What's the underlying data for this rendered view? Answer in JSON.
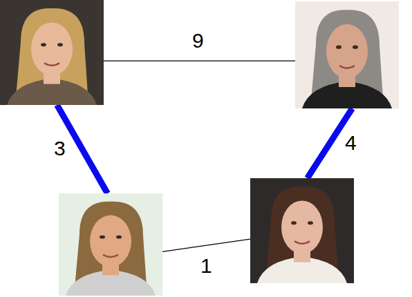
{
  "diagram": {
    "nodes": [
      {
        "text": []
      },
      {
        "text": []
      },
      {
        "text": []
      },
      {
        "text": []
      }
    ],
    "edges": [
      {
        "from": 0,
        "to": 1,
        "arrow": "none",
        "label": "9"
      },
      {
        "from": 0,
        "to": 2,
        "arrow": "none",
        "label": "3"
      },
      {
        "from": 1,
        "to": 3,
        "arrow": "none",
        "label": "4"
      },
      {
        "from": 2,
        "to": 3,
        "arrow": "none",
        "label": "1"
      }
    ]
  }
}
